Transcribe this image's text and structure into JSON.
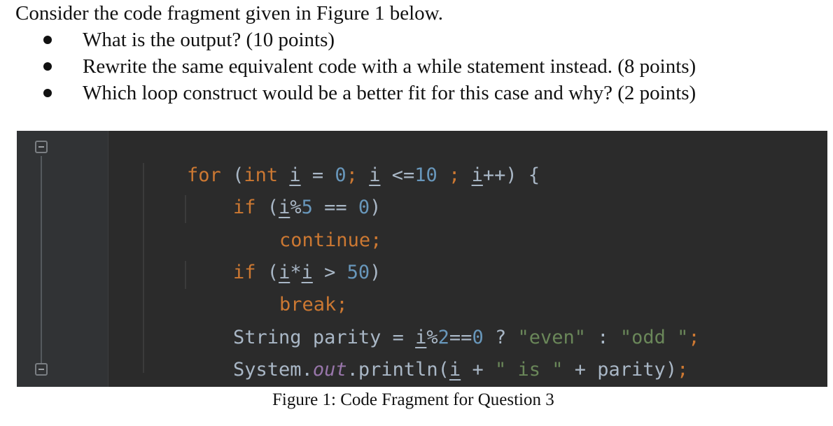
{
  "intro": "Consider the code fragment given in Figure 1 below.",
  "questions": [
    "What is the output? (10 points)",
    "Rewrite the same equivalent code with a while statement instead. (8 points)",
    "Which loop construct would be a better fit for this case and why? (2 points)"
  ],
  "code_lines": [
    "for (int i = 0; i <=10 ; i++) {",
    "if (i%5 == 0)",
    "continue;",
    "if (i*i > 50)",
    "break;",
    "String parity = i%2==0 ? \"even\" : \"odd \";",
    "System.out.println(i + \" is \" + parity);",
    "}"
  ],
  "caption": "Figure 1: Code Fragment for Question 3",
  "colors": {
    "code_background": "#2b2b2b",
    "keyword": "#cc7832",
    "number": "#6897bb",
    "string": "#6a8759",
    "field": "#9876aa",
    "plain": "#a9b7c6"
  }
}
